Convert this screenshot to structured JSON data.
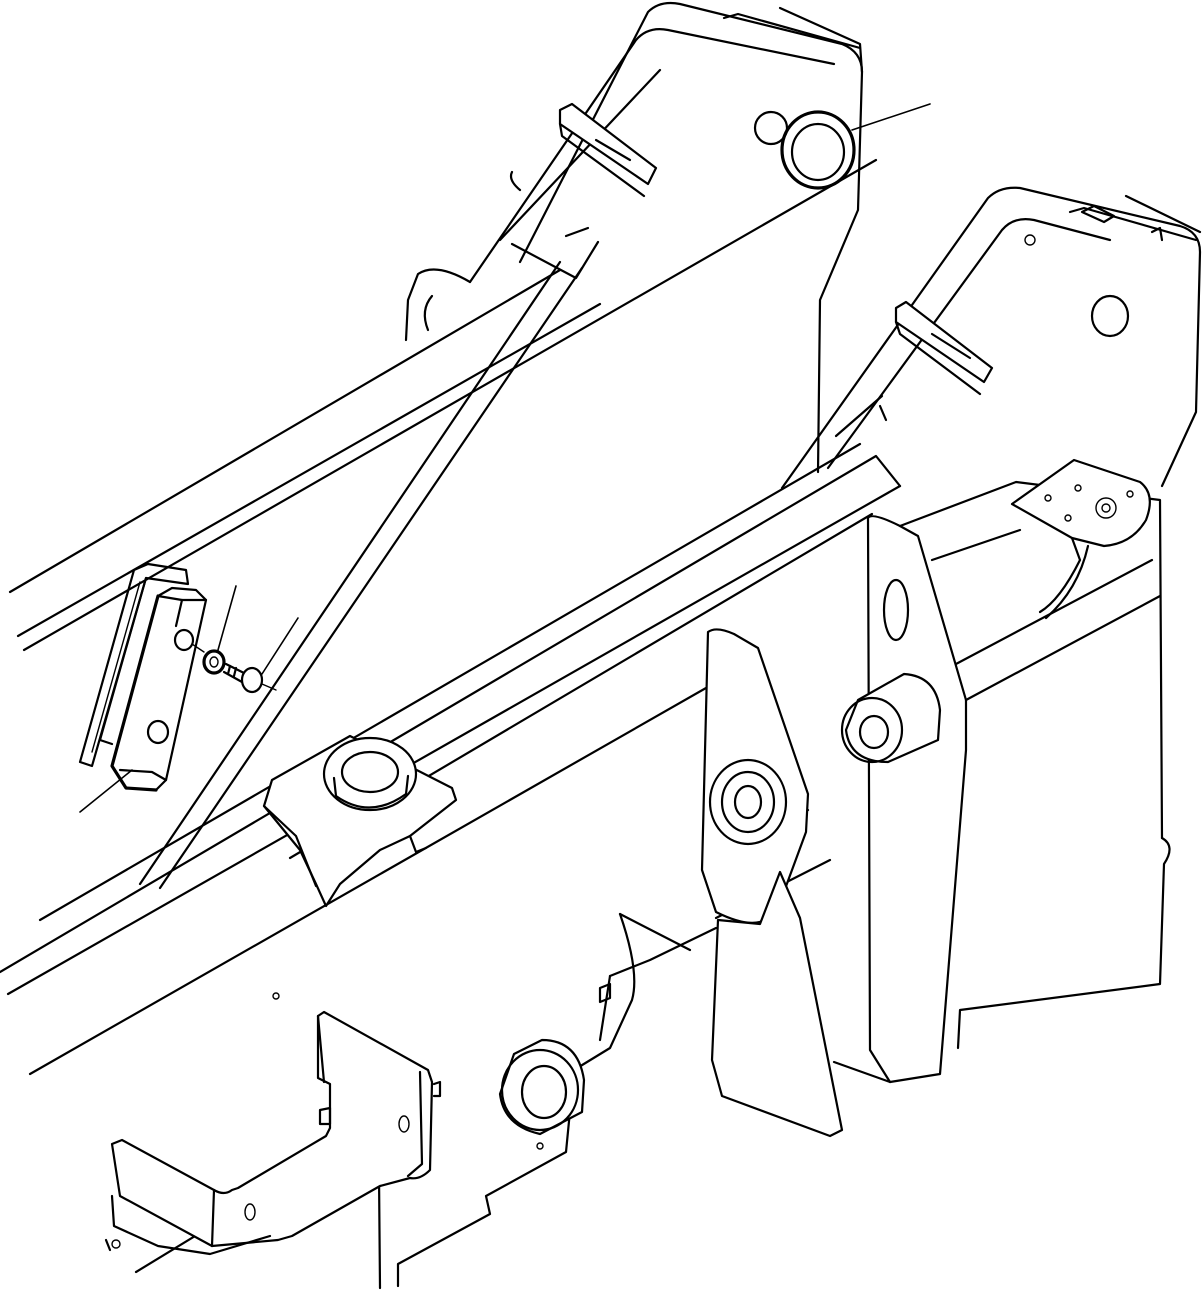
{
  "drawing": {
    "type": "exploded-parts-view",
    "line_color": "#000000",
    "background": "#ffffff",
    "callouts": [
      {
        "target": "bushing-ring"
      },
      {
        "target": "washer"
      },
      {
        "target": "bolt"
      },
      {
        "target": "wear-pad"
      }
    ]
  }
}
